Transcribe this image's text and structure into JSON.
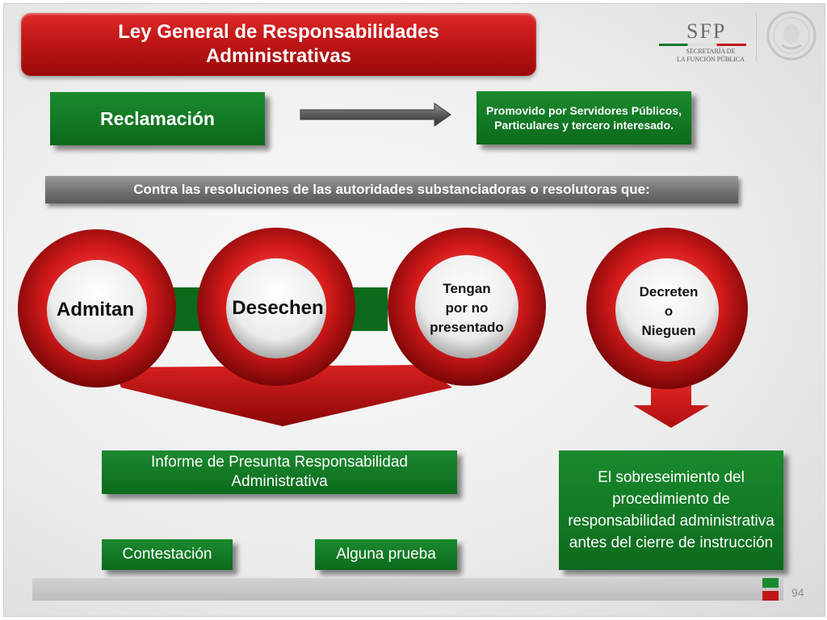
{
  "title": "Ley General de Responsabilidades Administrativas",
  "title_lines": [
    "Ley General de Responsabilidades",
    "Administrativas"
  ],
  "logo": {
    "acronym": "SFP",
    "subtitle_line1": "SECRETARÍA DE",
    "subtitle_line2": "LA FUNCIÓN PÚBLICA"
  },
  "reclamacion": "Reclamación",
  "promovido": "Promovido por Servidores Públicos, Particulares y tercero interesado.",
  "banner": "Contra las resoluciones de las autoridades substanciadoras o resolutoras que:",
  "circles": {
    "admitan": "Admitan",
    "desechen": "Desechen",
    "tengan": [
      "Tengan",
      "por no",
      "presentado"
    ],
    "decreten": [
      "Decreten",
      "o",
      "Nieguen"
    ]
  },
  "informe": "Informe de Presunta Responsabilidad Administrativa",
  "contestacion": "Contestación",
  "prueba": "Alguna prueba",
  "sobreseimiento": "El sobreseimiento del procedimiento de responsabilidad administrativa antes del cierre de instrucción",
  "page_number": "94",
  "colors": {
    "red": "#c01616",
    "green": "#0c6a1c",
    "gray": "#6e6e6e"
  }
}
